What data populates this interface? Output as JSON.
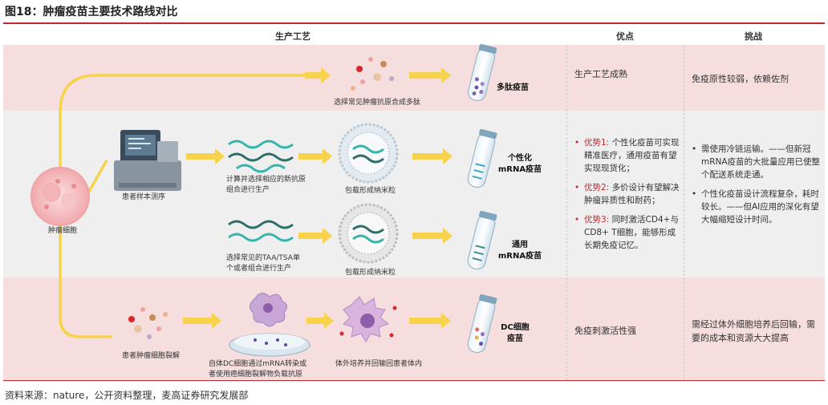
{
  "title": "图18：肿瘤疫苗主要技术路线对比",
  "headers": {
    "process": "生产工艺",
    "advantages": "优点",
    "challenges": "挑战"
  },
  "labels": {
    "tumor_cell": "肿瘤细胞",
    "peptide_select": "选择常见肿瘤抗原合成多肽",
    "peptide_vaccine": "多肽疫苗",
    "sequencing": "患者样本测序",
    "compute": "计算并选择相应的新抗原组合进行生产",
    "lnp1": "包载形成纳米粒",
    "mrna_personal": "个性化\nmRNA疫苗",
    "select_common": "选择常见的TAA/TSA单个或者组合进行生产",
    "lnp2": "包载形成纳米粒",
    "mrna_common": "通用\nmRNA疫苗",
    "lysate": "患者肿瘤细胞裂解",
    "dc_load": "自体DC细胞通过mRNA转染或者使用癌细胞裂解物负载抗原",
    "reinfuse": "体外培养并回输回患者体内",
    "dc_vaccine": "DC细胞\n疫苗"
  },
  "rows": {
    "peptide": {
      "advantage": "生产工艺成熟",
      "challenge": "免疫原性较弱，依赖佐剂"
    },
    "mrna": {
      "advantages": [
        {
          "tag": "优势1:",
          "text": "个性化疫苗可实现精准医疗，通用疫苗有望实现现货化；"
        },
        {
          "tag": "优势2:",
          "text": "多价设计有望解决肿瘤异质性和耐药；"
        },
        {
          "tag": "优势3:",
          "text": "同时激活CD4+与CD8+ T细胞，能够形成长期免疫记忆。"
        }
      ],
      "challenges": [
        "需使用冷链运输。——但新冠mRNA疫苗的大批量应用已使整个配送系统走通。",
        "个性化疫苗设计流程复杂，耗时较长。——但AI应用的深化有望大幅缩短设计时间。"
      ]
    },
    "dc": {
      "advantage": "免疫刺激活性强",
      "challenge": "需经过体外细胞培养后回输，需要的成本和资源大大提高"
    }
  },
  "source": "资料来源：nature，公开资料整理，麦高证券研究发展部",
  "colors": {
    "band_pink": "#f6dede",
    "band_grey": "#efefef",
    "arrow_yellow": "#f7d24b",
    "rule_red": "#c0282e",
    "dna_teal": "#35b5a9",
    "dna_dark": "#2f6e6a"
  }
}
